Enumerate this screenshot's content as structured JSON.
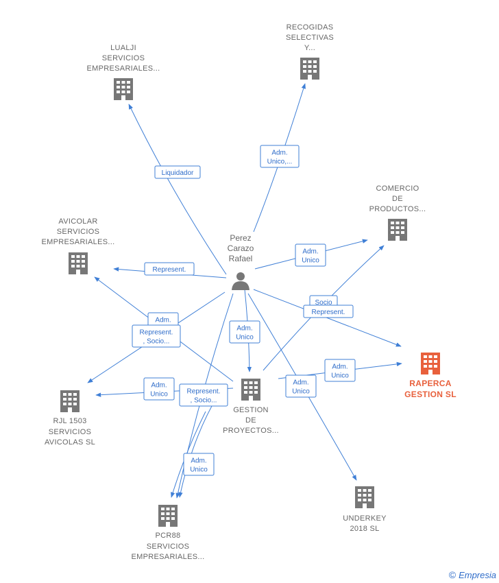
{
  "colors": {
    "edge": "#3f7fd6",
    "building": "#777777",
    "highlight": "#e8603c"
  },
  "person": {
    "id": "perez",
    "lines": [
      "Perez",
      "Carazo",
      "Rafael"
    ],
    "icon": "person-icon"
  },
  "companies": [
    {
      "id": "lualji",
      "lines": [
        "LUALJI",
        "SERVICIOS",
        "EMPRESARIALES..."
      ],
      "icon": "building-icon"
    },
    {
      "id": "recogidas",
      "lines": [
        "RECOGIDAS",
        "SELECTIVAS",
        "Y..."
      ],
      "icon": "building-icon"
    },
    {
      "id": "comercio",
      "lines": [
        "COMERCIO",
        "DE",
        "PRODUCTOS..."
      ],
      "icon": "building-icon"
    },
    {
      "id": "avicolar",
      "lines": [
        "AVICOLAR",
        "SERVICIOS",
        "EMPRESARIALES..."
      ],
      "icon": "building-icon"
    },
    {
      "id": "raperca",
      "lines": [
        "RAPERCA",
        "GESTION  SL"
      ],
      "icon": "building-icon",
      "highlight": true
    },
    {
      "id": "gestion",
      "lines": [
        "GESTION",
        "DE",
        "PROYECTOS..."
      ],
      "icon": "building-icon"
    },
    {
      "id": "rjl",
      "lines": [
        "RJL 1503",
        "SERVICIOS",
        "AVICOLAS  SL"
      ],
      "icon": "building-icon"
    },
    {
      "id": "underkey",
      "lines": [
        "UNDERKEY",
        "2018  SL"
      ],
      "icon": "building-icon"
    },
    {
      "id": "pcr88",
      "lines": [
        "PCR88",
        "SERVICIOS",
        "EMPRESARIALES..."
      ],
      "icon": "building-icon"
    }
  ],
  "relations": [
    {
      "from": "perez",
      "to": "lualji",
      "role": [
        "Liquidador"
      ]
    },
    {
      "from": "perez",
      "to": "recogidas",
      "role": [
        "Adm.",
        "Unico,..."
      ]
    },
    {
      "from": "perez",
      "to": "comercio",
      "role": [
        "Adm.",
        "Unico"
      ]
    },
    {
      "from": "perez",
      "to": "avicolar",
      "role": [
        "Represent."
      ]
    },
    {
      "from": "perez",
      "to": "raperca",
      "role": [
        "Socio"
      ]
    },
    {
      "from": "perez",
      "to": "gestion",
      "role": [
        "Adm.",
        "Unico"
      ]
    },
    {
      "from": "perez",
      "to": "rjl",
      "role": [
        "Adm.",
        "Unico"
      ]
    },
    {
      "from": "perez",
      "to": "underkey",
      "role": [
        "Adm.",
        "Unico"
      ]
    },
    {
      "from": "perez",
      "to": "pcr88",
      "role": []
    },
    {
      "from": "gestion",
      "to": "avicolar",
      "role": [
        "Represent.",
        ", Socio..."
      ]
    },
    {
      "from": "gestion",
      "to": "comercio",
      "role": [
        "Represent."
      ]
    },
    {
      "from": "gestion",
      "to": "raperca",
      "role": [
        "Adm.",
        "Unico"
      ]
    },
    {
      "from": "gestion",
      "to": "rjl",
      "role": [
        "Adm.",
        "Unico"
      ]
    },
    {
      "from": "gestion",
      "to": "pcr88",
      "role": [
        "Represent.",
        ", Socio..."
      ]
    },
    {
      "from": "gestion",
      "to": "pcr88",
      "role": [
        "Adm.",
        "Unico"
      ]
    }
  ],
  "footer": {
    "copyright": "©",
    "brand": "Empresia"
  }
}
